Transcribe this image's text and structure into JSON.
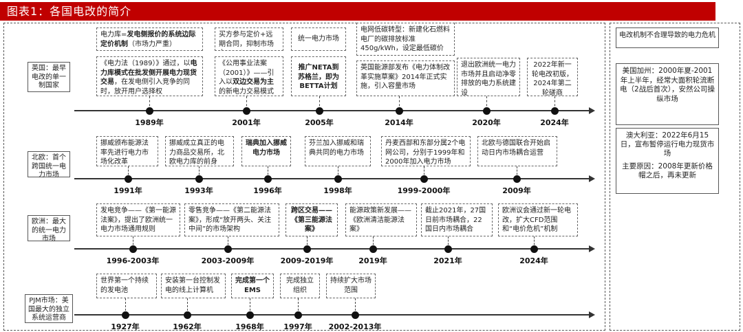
{
  "title": "图表1：各国电改的简介",
  "regions": [
    {
      "label": "英国：最早电改的单一制国家"
    },
    {
      "label": "北欧：首个跨国统一电力市场"
    },
    {
      "label": "欧洲：最大的统一电力市场"
    },
    {
      "label": "PJM市场：美国最大的独立系统运营商"
    }
  ],
  "uk": {
    "years": [
      "1989年",
      "2001年",
      "2005年",
      "2014年",
      "2020年",
      "2024年"
    ],
    "box1_a": "电力库=",
    "box1_b": "发电侧报价的系统边际定价机制",
    "box1_c": "（市场力严重）",
    "box2_a": "《电力法（1989）》通过，以",
    "box2_b": "电力库模式在批发侧开展电力现货交易",
    "box2_c": "，在发电侧引入竞争的同时，放开用户选择权",
    "box3": "买方参与定价+远期合同，抑制市场力",
    "box4_a": "《公用事业法案（2001）》——引入以",
    "box4_b": "双边交易为主",
    "box4_c": "的新电力交易模式NETA",
    "box5": "统一电力市场",
    "box6": "推广NETA到苏格兰，即为BETTA计划",
    "box7": "电网低碳转型：新建化石燃料电厂的碳排放标准450g/kWh，设定最低碳价",
    "box8": "英国能源部发布《电力体制改革实施草案》2014年正式实施，引入容量市场",
    "box9": "退出欧洲统一电力市场并且启动净零排放的电力系统建设",
    "box10": "2022年新一轮电改初版，2024年第二轮磋商"
  },
  "nordic": {
    "years": [
      "1991年",
      "1993年",
      "1996年",
      "1998年",
      "1999-2000年",
      "2009年"
    ],
    "box1": "挪威颁布能源法率先进行电力市场化改革",
    "box2": "挪威成立真正的电力商品交易所，北欧电力库的前身",
    "box3": "瑞典加入挪威电力市场",
    "box4": "芬兰加入挪威和瑞典共同的电力市场",
    "box5": "丹麦西部和东部分属2个电网公司，分别于1999年和2000年加入电力市场",
    "box6": "北欧与德国联合开始启动日内市场耦合运营"
  },
  "europe": {
    "years": [
      "1996-2003年",
      "2003-2009年",
      "2009-2019年",
      "2019年",
      "2021年",
      "2024年"
    ],
    "box1": "发电竞争——《第一能源法案》，提出了欧洲统一电力市场通用规则",
    "box2": "零售竞争——《第二能源法案》，形成“放开两头、关注中间”的市场架构",
    "box3": "跨区交易——《第三能源法案》",
    "box4": "能源政策新发展——《欧洲清洁能源法案》",
    "box5": "截止2021年，27国日前市场耦合，22国日内市场耦合",
    "box6": "欧洲议会通过新一轮电改，扩大CFD范围和“电价危机”机制"
  },
  "pjm": {
    "years": [
      "1927年",
      "1962年",
      "1968年",
      "1997年",
      "2002-2013年"
    ],
    "box1": "世界第一个持续的发电池",
    "box2": "安装第一台控制发电的线上计算机",
    "box3": "完成第一个EMS",
    "box4": "完成独立组织",
    "box5": "持续扩大市场范围"
  },
  "right": {
    "heading": "电改机制不合理导致的电力危机",
    "ca": "美国加州：2000年夏-2001年上半年，经常大面积轮流断电（2战后首次），安然公司操纵市场",
    "au1": "澳大利亚：2022年6月15日，宣布暂停运行电力现货市场",
    "au2": "主要原因：2008年更新价格帽之后，再未更新"
  }
}
